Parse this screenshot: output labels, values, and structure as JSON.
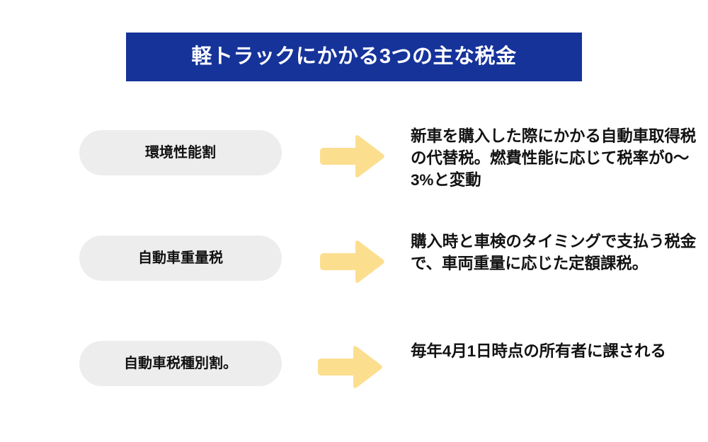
{
  "banner": {
    "title": "軽トラックにかかる3つの主な税金",
    "background_color": "#16339A",
    "text_color": "#FFFFFF"
  },
  "theme": {
    "pill_color": "#EDEDED",
    "arrow_color": "#FCDE8F",
    "text_color": "#121212",
    "page_background": "#FFFFFF"
  },
  "rows": [
    {
      "label": "環境性能割",
      "arrow_icon": "right-arrow-icon",
      "description": "新車を購入した際にかかる自動車取得税の代替税。燃費性能に応じて税率が0〜3%と変動"
    },
    {
      "label": "自動車重量税",
      "arrow_icon": "right-arrow-icon",
      "description": "購入時と車検のタイミングで支払う税金で、車両重量に応じた定額課税。"
    },
    {
      "label": "自動車税種別割。",
      "arrow_icon": "right-arrow-icon",
      "description": "毎年4月1日時点の所有者に課される"
    }
  ]
}
